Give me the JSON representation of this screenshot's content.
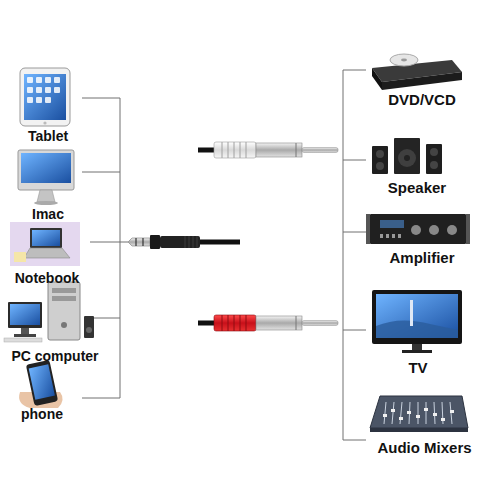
{
  "diagram": {
    "nodes": [
      {
        "text": [
          "Tablet"
        ]
      },
      {
        "text": [
          "Imac"
        ]
      },
      {
        "text": [
          "Notebook"
        ]
      },
      {
        "text": [
          "PC computer"
        ]
      },
      {
        "text": [
          "phone"
        ]
      },
      {
        "text": [
          "DVD/VCD"
        ]
      },
      {
        "text": [
          "Speaker"
        ]
      },
      {
        "text": [
          "Amplifier"
        ]
      },
      {
        "text": [
          "TV"
        ]
      },
      {
        "text": [
          "Audio Mixers"
        ]
      }
    ]
  }
}
